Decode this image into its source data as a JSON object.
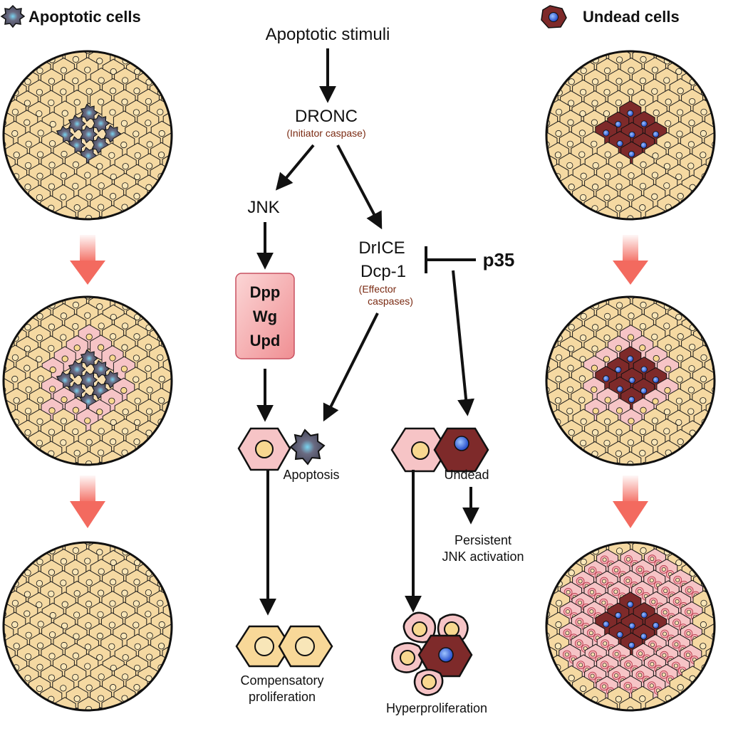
{
  "headers": {
    "apoptotic": "Apoptotic cells",
    "undead": "Undead cells"
  },
  "pathway": {
    "stimuli": "Apoptotic stimuli",
    "dronc": "DRONC",
    "dronc_sub": "(Initiator caspase)",
    "jnk": "JNK",
    "drice": "DrICE",
    "dcp1": "Dcp-1",
    "effector_sub_1": "(Effector",
    "effector_sub_2": "caspases)",
    "p35": "p35",
    "signals": [
      "Dpp",
      "Wg",
      "Upd"
    ],
    "apoptosis": "Apoptosis",
    "undead": "Undead",
    "persistent_1": "Persistent",
    "persistent_2": "JNK activation",
    "compensatory_1": "Compensatory",
    "compensatory_2": "proliferation",
    "hyperproliferation": "Hyperproliferation"
  },
  "colors": {
    "normal_cell": "#f5d9a2",
    "normal_cell_edge": "#dca04a",
    "pink_cell": "#f6c4c6",
    "pink_edge": "#d9495a",
    "undead_cell": "#7e2a2a",
    "apoptotic_cell": "#4e4f63",
    "nucleus_blue": "#3b6be0",
    "stage_arrow": "#f36a5f",
    "signal_box": "#f6b0b2",
    "text_brown": "#7a2a12"
  }
}
